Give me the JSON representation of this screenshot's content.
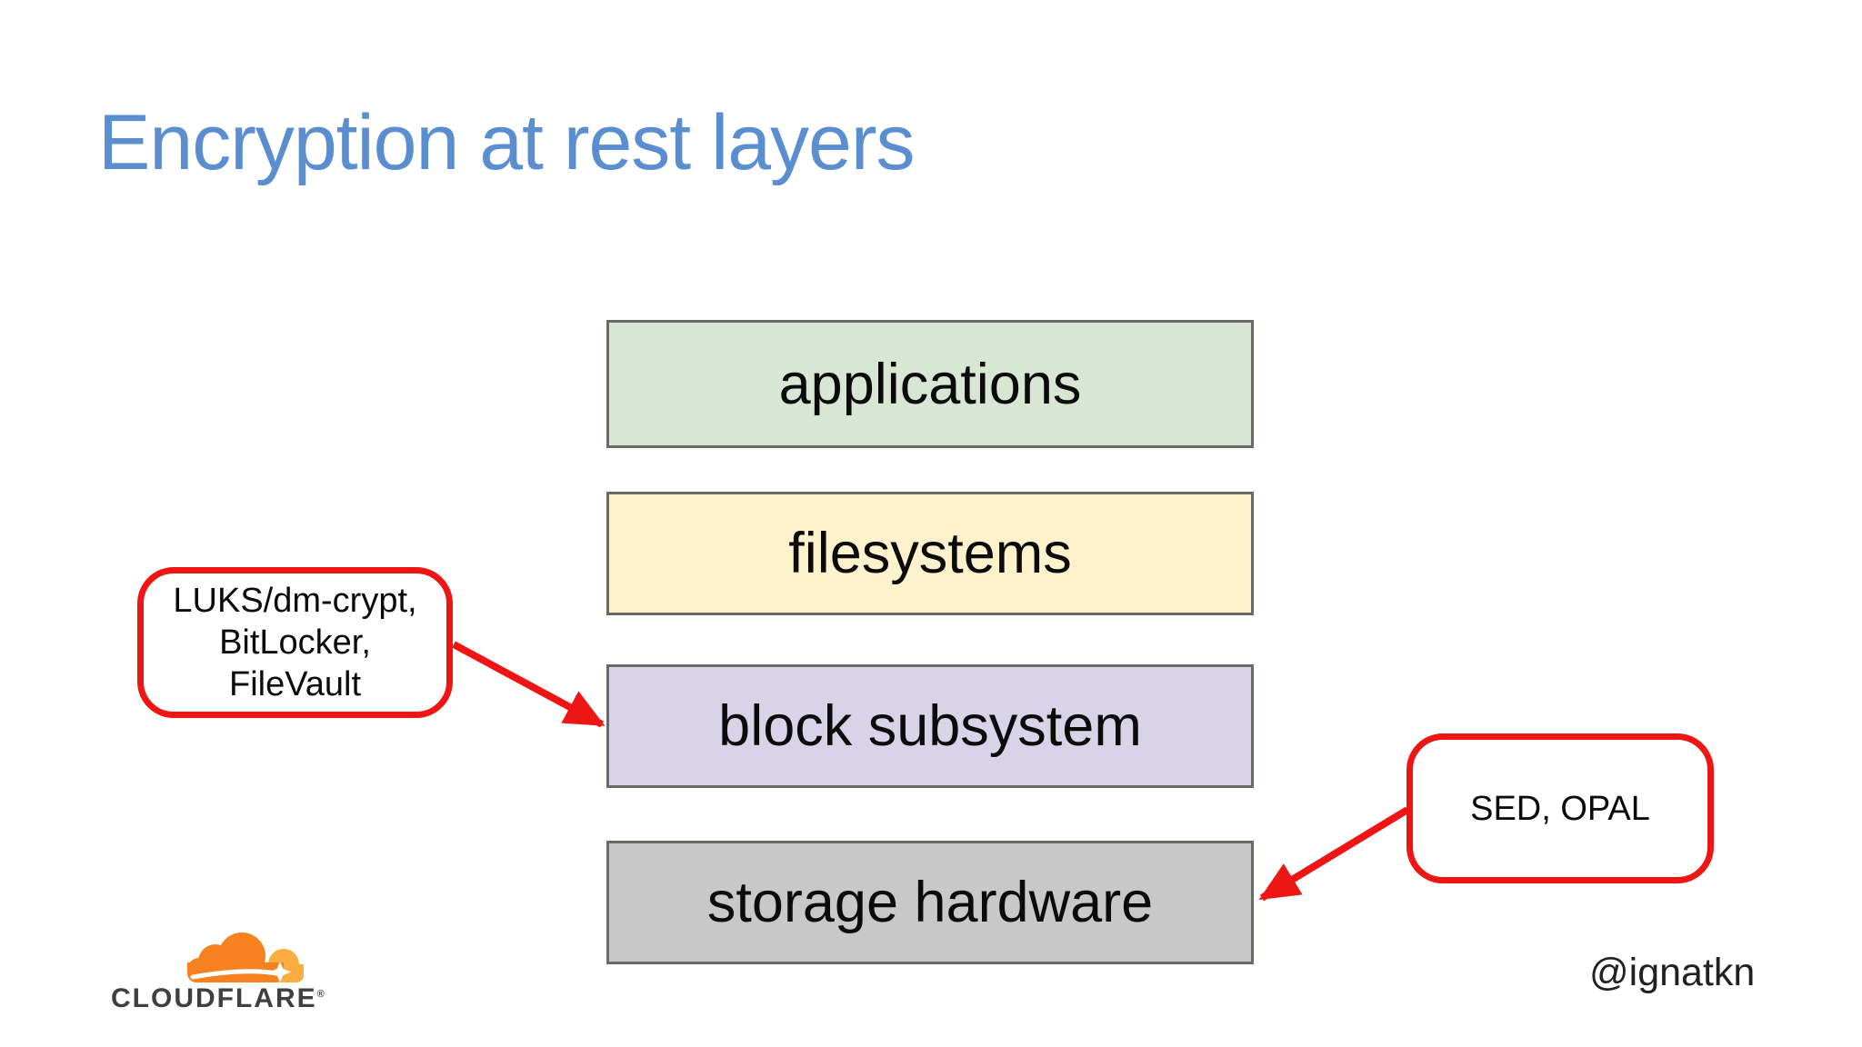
{
  "slide": {
    "title": "Encryption at rest layers",
    "layers": [
      {
        "label": "applications",
        "fill": "#d8e7d3"
      },
      {
        "label": "filesystems",
        "fill": "#fdf2cb"
      },
      {
        "label": "block subsystem",
        "fill": "#d8d3e7"
      },
      {
        "label": "storage hardware",
        "fill": "#c8c8c9"
      }
    ],
    "callouts": {
      "block_tools": {
        "lines": [
          "LUKS/dm-crypt,",
          "BitLocker,",
          "FileVault"
        ],
        "points_to": "block subsystem"
      },
      "hardware_tools": {
        "lines": [
          "SED, OPAL"
        ],
        "points_to": "storage hardware"
      }
    },
    "footer": {
      "logo_wordmark": "CLOUDFLARE",
      "logo_registered_mark": "®",
      "handle": "@ignatkn"
    },
    "colors": {
      "title_blue": "#5b8ed0",
      "callout_red": "#ee1515",
      "arrow_red": "#ee1515",
      "box_border_gray": "#6b6b66",
      "logo_orange": "#f6821f",
      "logo_orange_light": "#fbad41",
      "logo_text_gray": "#3f3f41"
    }
  }
}
